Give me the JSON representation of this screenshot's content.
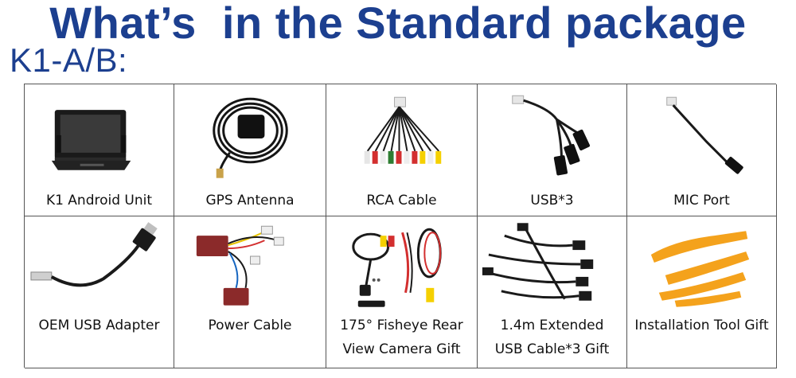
{
  "header": {
    "title": "What’s  in the Standard package",
    "subtitle": "K1-A/B:"
  },
  "items": [
    {
      "label": "K1 Android Unit",
      "icon": "android-unit-icon"
    },
    {
      "label": "GPS Antenna",
      "icon": "gps-antenna-icon"
    },
    {
      "label": "RCA Cable",
      "icon": "rca-cable-icon"
    },
    {
      "label": "USB*3",
      "icon": "usb-cable-icon"
    },
    {
      "label": "MIC Port",
      "icon": "mic-port-icon"
    },
    {
      "label": "OEM USB Adapter",
      "icon": "oem-usb-adapter-icon"
    },
    {
      "label": "Power Cable",
      "icon": "power-cable-icon"
    },
    {
      "label": "175° Fisheye Rear",
      "label2": "View Camera Gift",
      "icon": "rear-camera-icon"
    },
    {
      "label": "1.4m Extended",
      "label2": "USB Cable*3 Gift",
      "icon": "extended-usb-cable-icon"
    },
    {
      "label": "Installation Tool Gift",
      "icon": "installation-tool-icon"
    }
  ],
  "colors": {
    "title": "#1c3f8f",
    "border": "#555555",
    "tool_orange": "#f4a21c"
  }
}
